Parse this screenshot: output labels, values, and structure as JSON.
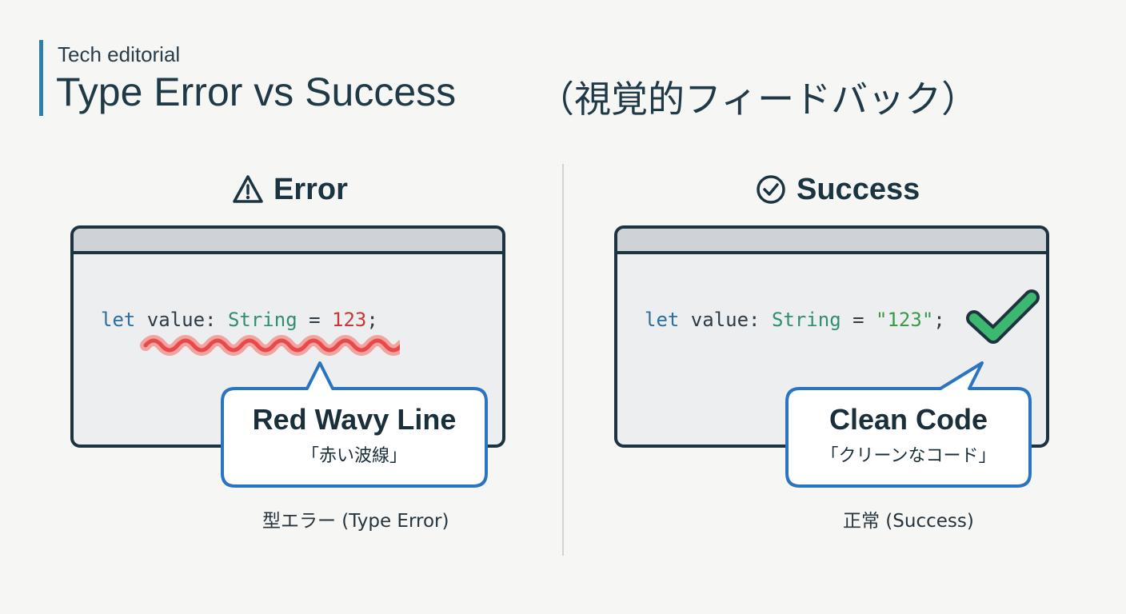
{
  "header": {
    "kicker": "Tech editorial",
    "title": "Type Error vs Success",
    "title_jp": "（視覚的フィードバック）"
  },
  "error_panel": {
    "heading": "Error",
    "icon": "warning-triangle-icon",
    "code": {
      "keyword": "let",
      "name": " value: ",
      "type": "String",
      "op": " = ",
      "value": "123",
      "end": ";"
    },
    "callout_title": "Red Wavy Line",
    "callout_subtitle": "「赤い波線」",
    "caption": "型エラー (Type Error)"
  },
  "success_panel": {
    "heading": "Success",
    "icon": "check-circle-icon",
    "code": {
      "keyword": "let",
      "name": " value: ",
      "type": "String",
      "op": " = ",
      "value": "\"123\"",
      "end": ";"
    },
    "callout_title": "Clean Code",
    "callout_subtitle": "「クリーンなコード」",
    "caption": "正常 (Success)"
  },
  "colors": {
    "accent": "#2e7fb0",
    "error_wave": "#e84a4a",
    "success_check": "#3cb870",
    "callout_border": "#2a74c0",
    "frame": "#1e3340"
  }
}
